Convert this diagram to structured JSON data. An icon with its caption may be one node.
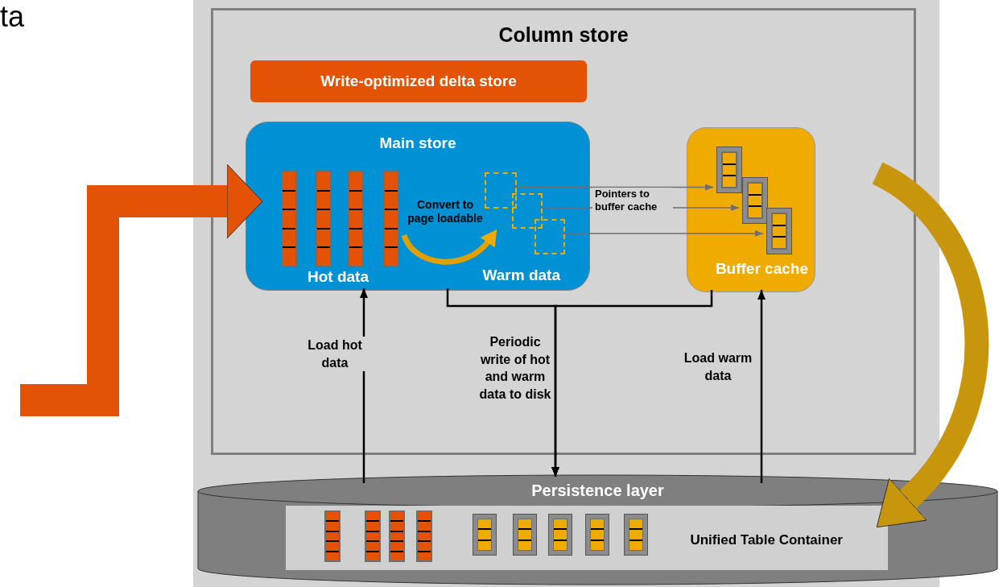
{
  "diagram": {
    "nodes": [
      {
        "text": [
          "Column store"
        ]
      },
      {
        "text": [
          "Write-optimized delta store"
        ],
        "in": 0
      },
      {
        "text": [
          "Main store",
          "Hot data",
          "Warm data"
        ],
        "in": 0
      },
      {
        "text": [
          "Buffer cache"
        ],
        "in": 0
      },
      {
        "text": [
          "Persistence layer"
        ]
      },
      {
        "text": [
          "Unified Table Container"
        ],
        "in": 4
      },
      {
        "text": [],
        "shape": "box",
        "in": 2
      },
      {
        "text": [],
        "shape": "box",
        "in": 2
      },
      {
        "text": [],
        "shape": "box",
        "in": 2
      },
      {
        "text": [],
        "shape": "box",
        "in": 3
      },
      {
        "text": [],
        "shape": "box",
        "in": 3
      },
      {
        "text": [],
        "shape": "box",
        "in": 3
      }
    ],
    "edges": [
      {
        "from": null,
        "to": 2,
        "arrow": "to",
        "style": "thick",
        "color": "#e35205"
      },
      {
        "from": 6,
        "to": 9,
        "arrow": "to",
        "color": "#6e6e6e"
      },
      {
        "from": 7,
        "to": 10,
        "arrow": "to",
        "color": "#6e6e6e"
      },
      {
        "from": 8,
        "to": 11,
        "arrow": "to",
        "color": "#6e6e6e"
      },
      {
        "from": 4,
        "to": 2,
        "arrow": "to",
        "label": "Load hot data"
      },
      {
        "from": 2,
        "to": 4,
        "arrow": "to",
        "label": "Periodic write of hot and warm data to disk"
      },
      {
        "from": 3,
        "to": 4,
        "arrow": "to"
      },
      {
        "from": 4,
        "to": 3,
        "arrow": "to",
        "label": "Load warm data"
      },
      {
        "from": null,
        "to": 5,
        "arrow": "to",
        "style": "thick",
        "color": "#c8960c"
      }
    ],
    "labels": [
      "ta",
      "Convert to page loadable",
      "Pointers to buffer cache"
    ]
  }
}
